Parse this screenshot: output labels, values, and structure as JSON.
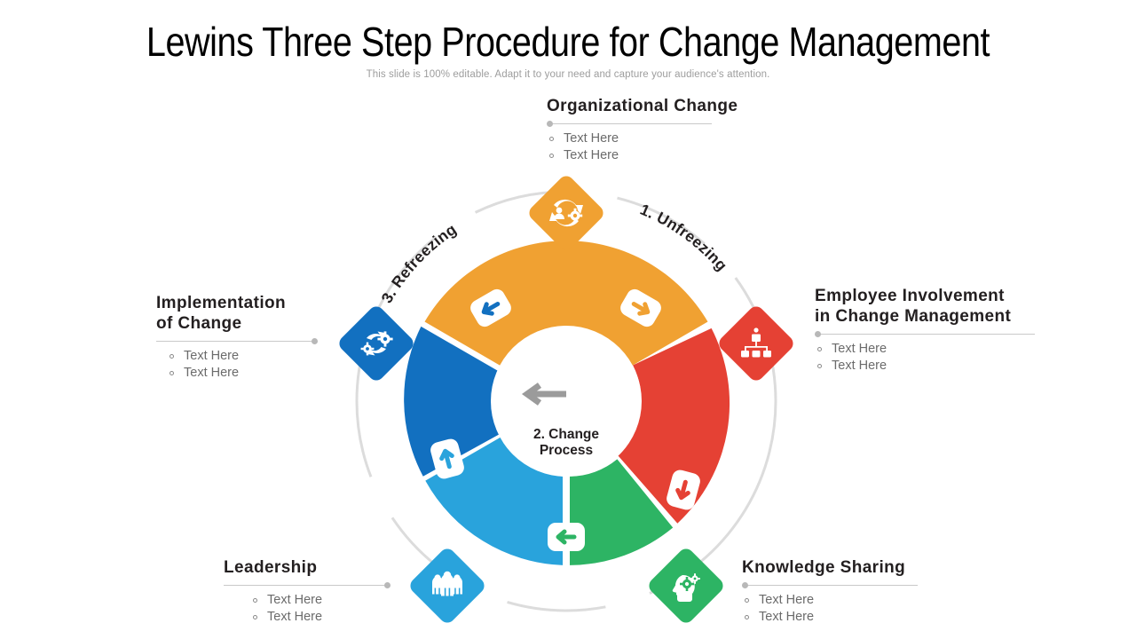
{
  "header": {
    "title": "Lewins Three Step Procedure for Change Management",
    "subtitle": "This slide is 100% editable. Adapt it to your need and capture your audience's attention."
  },
  "wheel": {
    "center_line1": "2. Change",
    "center_line2": "Process",
    "center_arrow_icon": "left-arrow-icon",
    "arc_labels": [
      {
        "id": "unfreezing",
        "text": "1. Unfreezing"
      },
      {
        "id": "refreezing",
        "text": "3. Refreezing"
      }
    ],
    "segments": [
      {
        "id": "orange-segment",
        "color": "#F0A132",
        "icon": "process-cycle-people-gear-icon"
      },
      {
        "id": "red-segment",
        "color": "#E54134",
        "icon": "org-chart-hierarchy-icon"
      },
      {
        "id": "green-segment",
        "color": "#2DB464",
        "icon": "head-gears-knowledge-icon"
      },
      {
        "id": "light-blue-segment",
        "color": "#29A3DC",
        "icon": "people-group-icon"
      },
      {
        "id": "dark-blue-segment",
        "color": "#1270C0",
        "icon": "gears-cycle-icon"
      }
    ],
    "connector_icons": [
      {
        "id": "connector-top-right",
        "icon": "arrow-marker-icon",
        "color": "#F0A132"
      },
      {
        "id": "connector-bottom-right",
        "icon": "arrow-marker-icon",
        "color": "#E54134"
      },
      {
        "id": "connector-bottom",
        "icon": "arrow-marker-icon",
        "color": "#2DB464"
      },
      {
        "id": "connector-bottom-left",
        "icon": "arrow-marker-icon",
        "color": "#29A3DC"
      },
      {
        "id": "connector-top-left",
        "icon": "arrow-marker-icon",
        "color": "#1270C0"
      }
    ],
    "outer_ring_color": "#DCDCDC"
  },
  "callouts": {
    "organizational_change": {
      "title": "Organizational Change",
      "bullets": [
        "Text Here",
        "Text Here"
      ]
    },
    "employee_involvement": {
      "title_line1": "Employee Involvement",
      "title_line2": "in Change Management",
      "bullets": [
        "Text Here",
        "Text Here"
      ]
    },
    "implementation_of_change": {
      "title_line1": "Implementation",
      "title_line2": "of Change",
      "bullets": [
        "Text Here",
        "Text Here"
      ]
    },
    "leadership": {
      "title": "Leadership",
      "bullets": [
        "Text Here",
        "Text Here"
      ]
    },
    "knowledge_sharing": {
      "title": "Knowledge Sharing",
      "bullets": [
        "Text Here",
        "Text Here"
      ]
    }
  }
}
